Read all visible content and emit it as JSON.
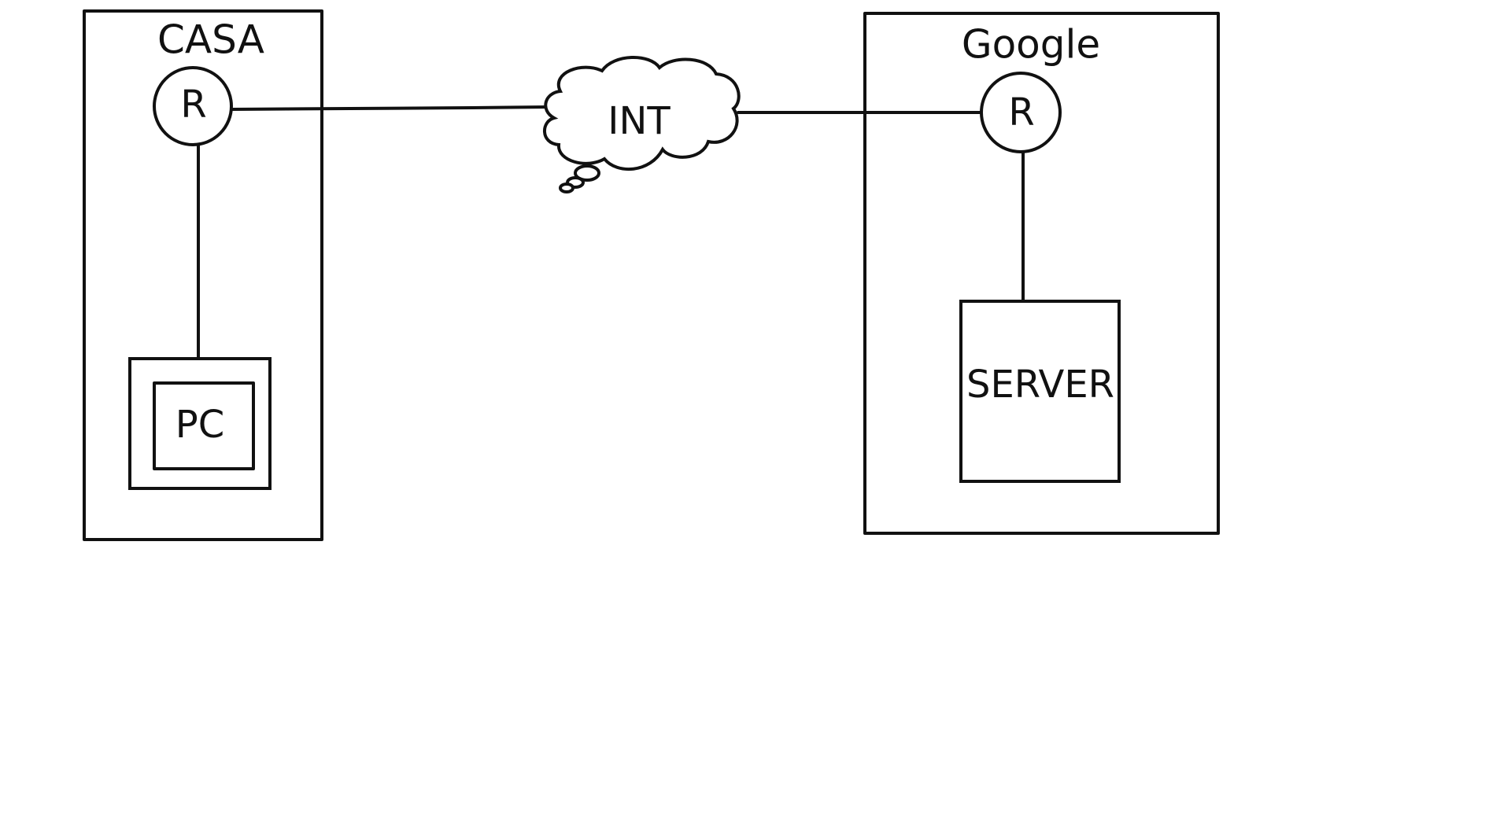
{
  "diagram": {
    "home": {
      "title": "CASA",
      "router_label": "R",
      "pc_label": "PC"
    },
    "internet": {
      "label": "INT"
    },
    "remote": {
      "title": "Google",
      "router_label": "R",
      "server_label": "SERVER"
    }
  }
}
